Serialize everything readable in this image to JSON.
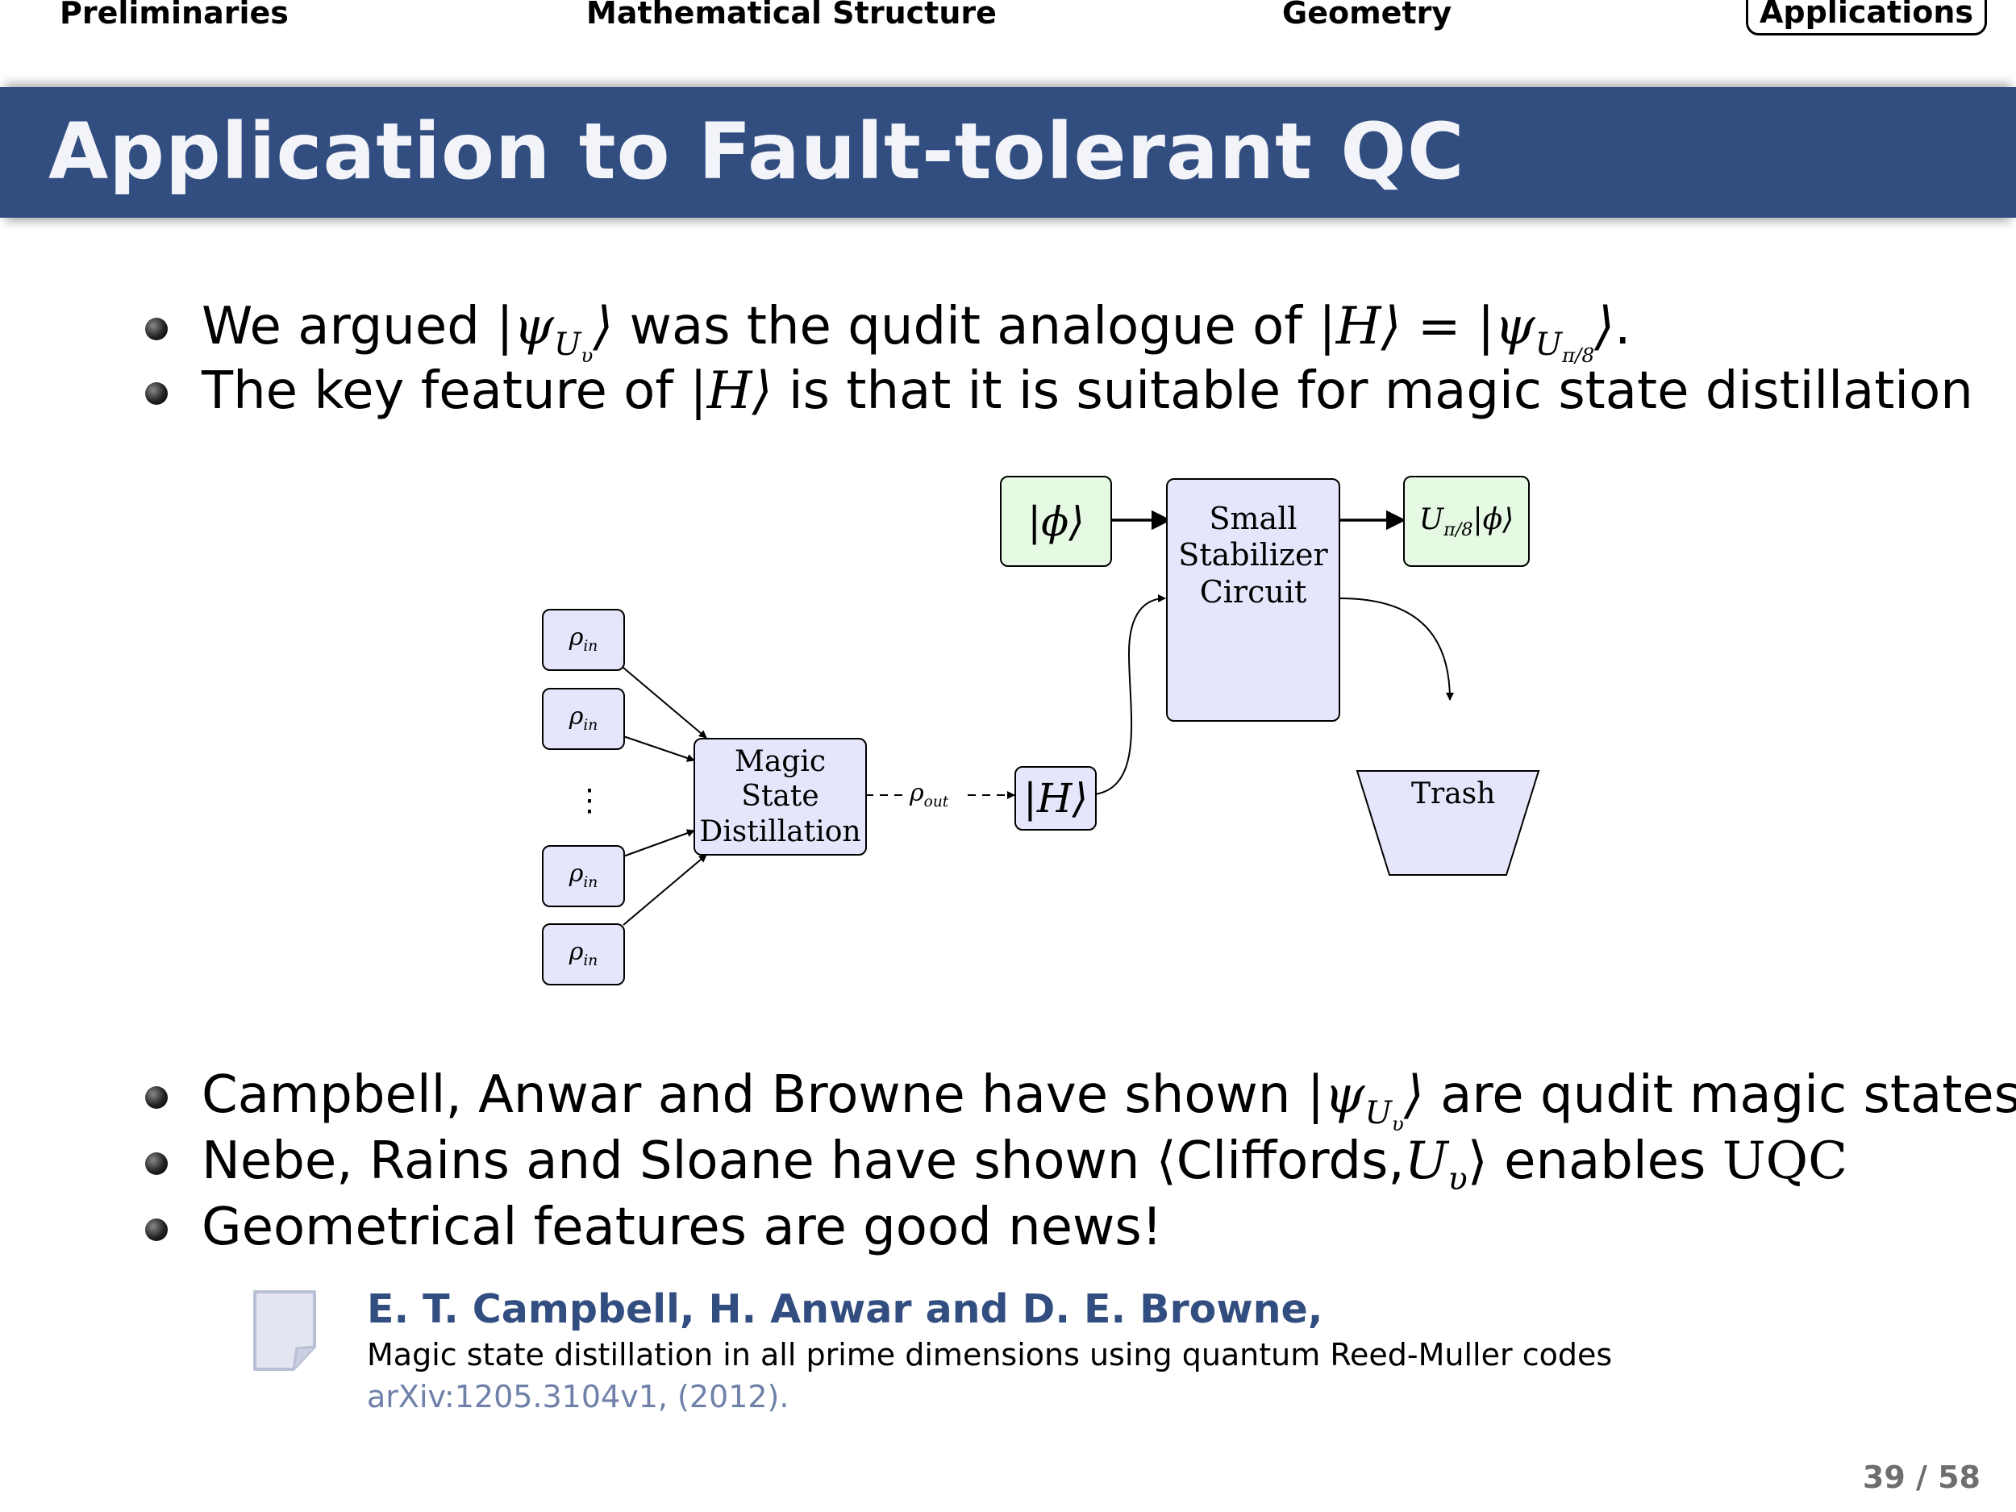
{
  "nav": {
    "items": [
      {
        "label": "Preliminaries"
      },
      {
        "label": "Mathematical Structure"
      },
      {
        "label": "Geometry"
      },
      {
        "label": "Applications",
        "active": true
      }
    ]
  },
  "title": "Application to Fault-tolerant QC",
  "bullets_top": [
    {
      "parts": [
        "We argued ",
        "|ψ",
        "U",
        "υ",
        "⟩",
        " was the qudit analogue of ",
        "|H⟩ = |ψ",
        "U",
        "π/8",
        "⟩",
        "."
      ]
    },
    {
      "parts": [
        "The key feature of ",
        "|H⟩",
        " is that it is suitable for magic state distillation"
      ]
    }
  ],
  "diagram": {
    "rho_in": "ρ",
    "rho_in_sub": "in",
    "vdots": "⋮",
    "distillation": "Magic\nState\nDistillation",
    "rho_out": "ρ",
    "rho_out_sub": "out",
    "h_state": "|H⟩",
    "phi": "|ϕ⟩",
    "circuit": "Small\nStabilizer\nCircuit",
    "output_u": "U",
    "output_sub": "π/8",
    "output_phi": "|ϕ⟩",
    "trash": "Trash",
    "colors": {
      "node_fill": "#e5e6fb",
      "green_fill": "#e5f9e3"
    }
  },
  "bullets_bottom": [
    {
      "parts": [
        "Campbell, Anwar and Browne have shown ",
        "|ψ",
        "U",
        "υ",
        "⟩",
        " are qudit magic states."
      ]
    },
    {
      "parts": [
        "Nebe, Rains and Sloane have shown ",
        "⟨Cliffords,",
        "U",
        "υ",
        "⟩",
        " enables ",
        "UQC"
      ]
    },
    {
      "parts": [
        "Geometrical features are good news!"
      ]
    }
  ],
  "reference": {
    "authors": "E. T. Campbell, H. Anwar and D. E. Browne,",
    "title": "Magic state distillation in all prime dimensions using quantum Reed-Muller codes",
    "source": "arXiv:1205.3104v1, (2012)."
  },
  "page": "39 / 58",
  "colors": {
    "title_bar": "#324d7f",
    "reference_author": "#324d7f",
    "reference_source": "#6f80a9"
  }
}
